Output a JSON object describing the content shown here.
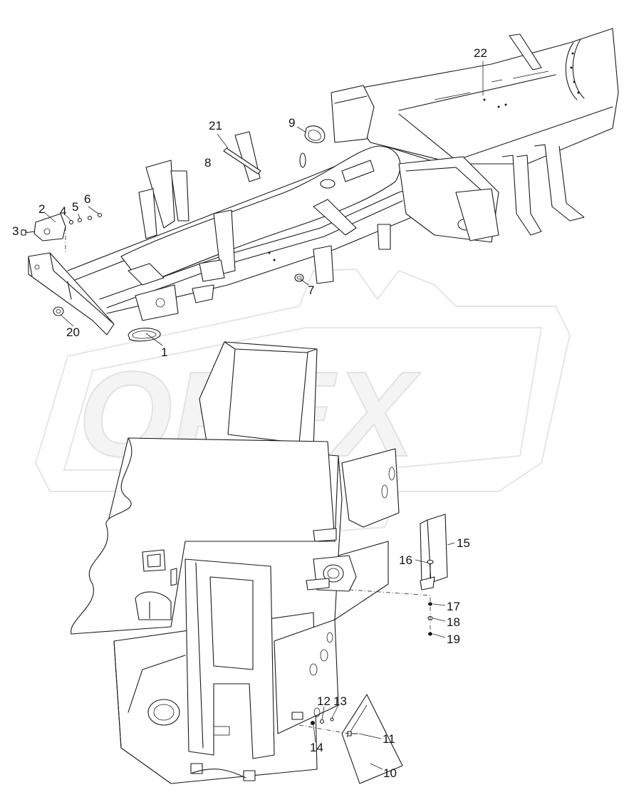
{
  "watermark": {
    "text": "OPEX"
  },
  "callouts": [
    {
      "id": "c1",
      "label": "1"
    },
    {
      "id": "c2",
      "label": "2"
    },
    {
      "id": "c3",
      "label": "3"
    },
    {
      "id": "c4",
      "label": "4"
    },
    {
      "id": "c5",
      "label": "5"
    },
    {
      "id": "c6",
      "label": "6"
    },
    {
      "id": "c7",
      "label": "7"
    },
    {
      "id": "c8",
      "label": "8"
    },
    {
      "id": "c9",
      "label": "9"
    },
    {
      "id": "c10",
      "label": "10"
    },
    {
      "id": "c11",
      "label": "11"
    },
    {
      "id": "c12",
      "label": "12"
    },
    {
      "id": "c13",
      "label": "13"
    },
    {
      "id": "c14",
      "label": "14"
    },
    {
      "id": "c15",
      "label": "15"
    },
    {
      "id": "c16",
      "label": "16"
    },
    {
      "id": "c17",
      "label": "17"
    },
    {
      "id": "c18",
      "label": "18"
    },
    {
      "id": "c19",
      "label": "19"
    },
    {
      "id": "c20",
      "label": "20"
    },
    {
      "id": "c21",
      "label": "21"
    },
    {
      "id": "c22",
      "label": "22"
    }
  ]
}
